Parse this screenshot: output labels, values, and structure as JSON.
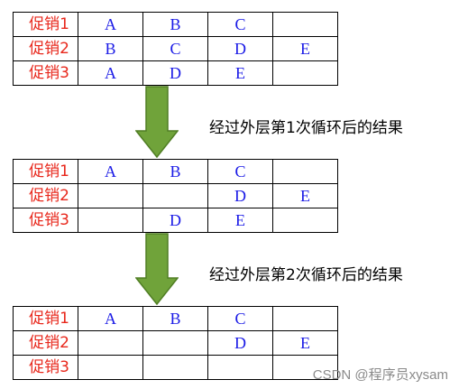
{
  "tables": [
    {
      "rows": [
        {
          "label": "促销1",
          "cells": [
            "A",
            "B",
            "C",
            ""
          ]
        },
        {
          "label": "促销2",
          "cells": [
            "B",
            "C",
            "D",
            "E"
          ]
        },
        {
          "label": "促销3",
          "cells": [
            "A",
            "D",
            "E",
            ""
          ]
        }
      ]
    },
    {
      "rows": [
        {
          "label": "促销1",
          "cells": [
            "A",
            "B",
            "C",
            ""
          ]
        },
        {
          "label": "促销2",
          "cells": [
            "",
            "",
            "D",
            "E"
          ]
        },
        {
          "label": "促销3",
          "cells": [
            "",
            "D",
            "E",
            ""
          ]
        }
      ]
    },
    {
      "rows": [
        {
          "label": "促销1",
          "cells": [
            "A",
            "B",
            "C",
            ""
          ]
        },
        {
          "label": "促销2",
          "cells": [
            "",
            "",
            "D",
            "E"
          ]
        },
        {
          "label": "促销3",
          "cells": [
            "",
            "",
            "",
            ""
          ]
        }
      ]
    }
  ],
  "captions": [
    "经过外层第1次循环后的结果",
    "经过外层第2次循环后的结果"
  ],
  "watermark": "CSDN @程序员xysam",
  "colors": {
    "label_text": "#e8271b",
    "value_text": "#1a1ae6",
    "arrow_fill": "#70a33a",
    "arrow_stroke": "#507e24"
  },
  "icons": {
    "arrow": "down-arrow-icon"
  }
}
